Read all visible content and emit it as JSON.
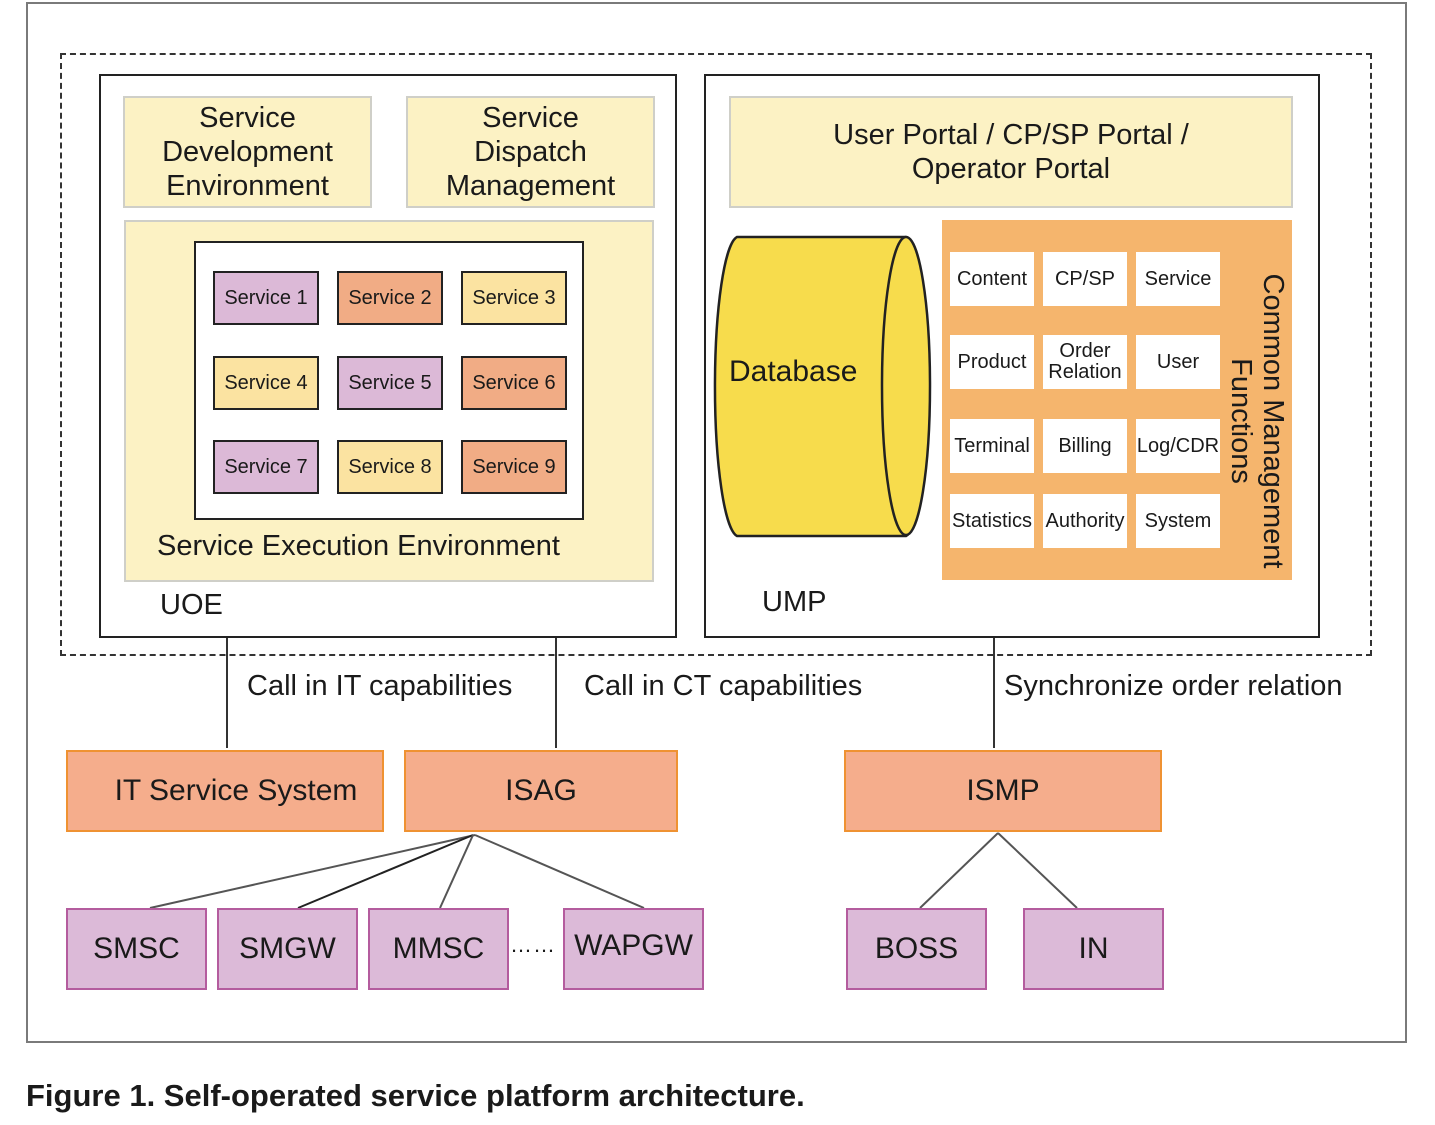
{
  "uoe": {
    "label": "UOE",
    "dev_env": "Service\nDevelopment\nEnvironment",
    "dispatch": "Service\nDispatch\nManagement",
    "exec_env": "Service Execution Environment",
    "services": [
      "Service 1",
      "Service 2",
      "Service 3",
      "Service 4",
      "Service 5",
      "Service 6",
      "Service 7",
      "Service 8",
      "Service 9"
    ]
  },
  "ump": {
    "label": "UMP",
    "portal": "User Portal / CP/SP Portal /\nOperator Portal",
    "database": "Database",
    "mgmt_title": "Common Management\nFunctions",
    "mgmt_cells": [
      "Content",
      "CP/SP",
      "Service",
      "Product",
      "Order\nRelation",
      "User",
      "Terminal",
      "Billing",
      "Log/CDR",
      "Statistics",
      "Authority",
      "System"
    ]
  },
  "links": {
    "it": "Call in IT capabilities",
    "ct": "Call in CT capabilities",
    "sync": "Synchronize order relation"
  },
  "systems": {
    "it_service": "IT Service System",
    "isag": "ISAG",
    "ismp": "ISMP"
  },
  "gateways": {
    "smsc": "SMSC",
    "smgw": "SMGW",
    "mmsc": "MMSC",
    "ellipsis": "……",
    "wapgw": "WAPGW",
    "boss": "BOSS",
    "in": "IN"
  },
  "caption": "Figure 1. Self-operated service platform architecture.",
  "colors": {
    "cream": "#fcf2c4",
    "orange": "#f5ad8c",
    "pink": "#dcbad8",
    "mgmt_bg": "#f5b56d",
    "database": "#f7dc4c"
  }
}
